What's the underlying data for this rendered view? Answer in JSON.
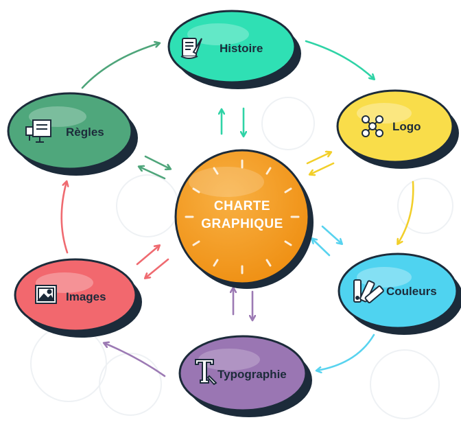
{
  "center": {
    "line1": "CHARTE",
    "line2": "GRAPHIQUE",
    "color": "#f39a1e"
  },
  "nodes": {
    "histoire": {
      "label": "Histoire",
      "color": "#2fe0b4",
      "icon": "scroll-quill-icon"
    },
    "logo": {
      "label": "Logo",
      "color": "#f9dd4a",
      "icon": "logo-network-icon"
    },
    "couleurs": {
      "label": "Couleurs",
      "color": "#4fd3f0",
      "icon": "color-swatch-fan-icon"
    },
    "typographie": {
      "label": "Typographie",
      "color": "#9a76b3",
      "icon": "typography-pen-icon"
    },
    "images": {
      "label": "Images",
      "color": "#f2686e",
      "icon": "image-frame-icon"
    },
    "regles": {
      "label": "Règles",
      "color": "#4fa77c",
      "icon": "rules-board-icon"
    }
  },
  "outline_color": "#1c2b3a"
}
